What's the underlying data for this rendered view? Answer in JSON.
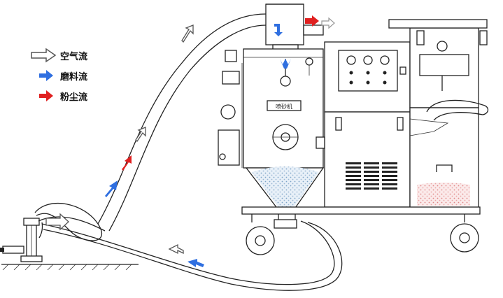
{
  "legend": {
    "air": {
      "label": "空气流",
      "color": "#ffffff",
      "stroke": "#555555"
    },
    "media": {
      "label": "磨料流",
      "color": "#2f6fe0"
    },
    "dust": {
      "label": "粉尘流",
      "color": "#e02020"
    }
  },
  "machine": {
    "nameplate": "喷砂机"
  }
}
